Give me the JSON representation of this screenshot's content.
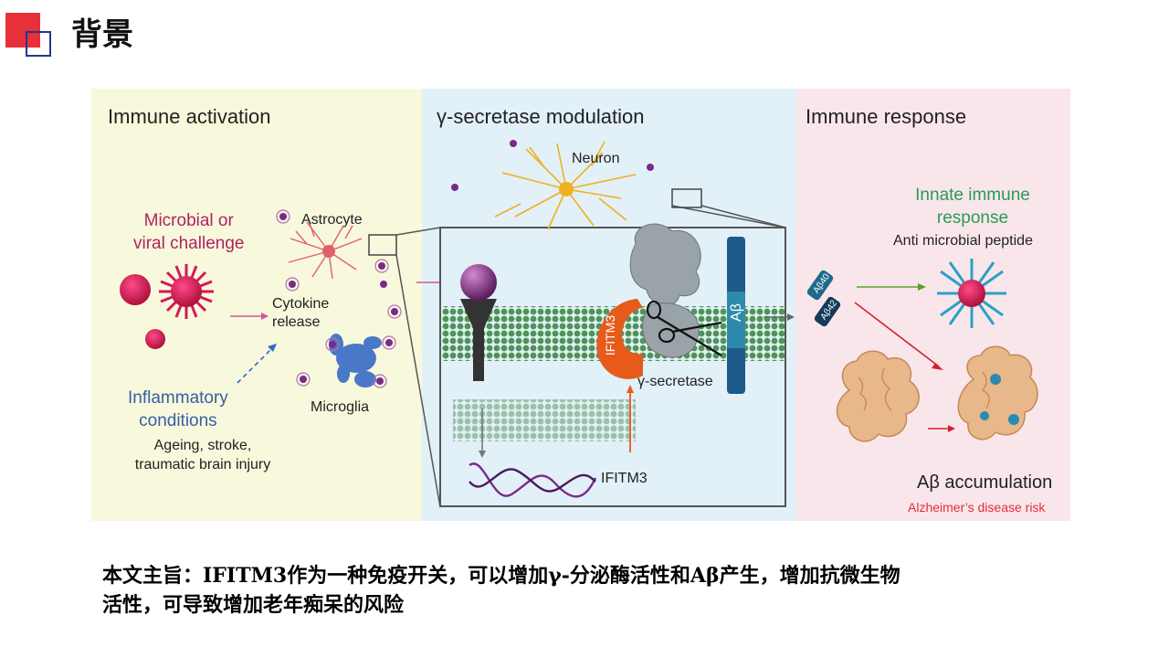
{
  "slide": {
    "title": "背景"
  },
  "figure": {
    "panels": [
      {
        "title": "Immune activation",
        "color": "#f8f8dc"
      },
      {
        "title": "γ-secretase modulation",
        "color": "#e2f0f8"
      },
      {
        "title": "Immune response",
        "color": "#f9e6ea"
      }
    ],
    "activation": {
      "microbial": [
        "Microbial or",
        "viral challenge"
      ],
      "astrocyte": "Astrocyte",
      "cytokine": [
        "Cytokine",
        "release"
      ],
      "microglia": "Microglia",
      "inflammatory": [
        "Inflammatory",
        "conditions"
      ],
      "causes": [
        "Ageing, stroke,",
        "traumatic brain injury"
      ]
    },
    "modulation": {
      "neuron": "Neuron",
      "ifitm3_protein": "IFITM3",
      "abeta_bar": "Aβ",
      "gamma_secretase": "γ-secretase",
      "ifitm3_gene": "IFITM3"
    },
    "response": {
      "innate": [
        "Innate immune",
        "response"
      ],
      "peptide": "Anti microbial peptide",
      "ab40": "Aβ40",
      "ab42": "Aβ42",
      "accumulation": "Aβ accumulation",
      "risk": "Alzheimer’s disease risk"
    }
  },
  "caption": {
    "line1": "本文主旨：IFITM3作为一种免疫开关，可以增加γ-分泌酶活性和Aβ产生，增加抗微生物",
    "line2": "活性，可导致增加老年痴呆的风险"
  },
  "colors": {
    "accent_red": "#e8303a",
    "accent_navy": "#1f3a8a",
    "magenta": "#b0245f",
    "blue_text": "#3a5ea8",
    "green_text": "#2a9a5a",
    "risk_red": "#e0303a",
    "ifitm3_orange": "#e85a1a"
  }
}
